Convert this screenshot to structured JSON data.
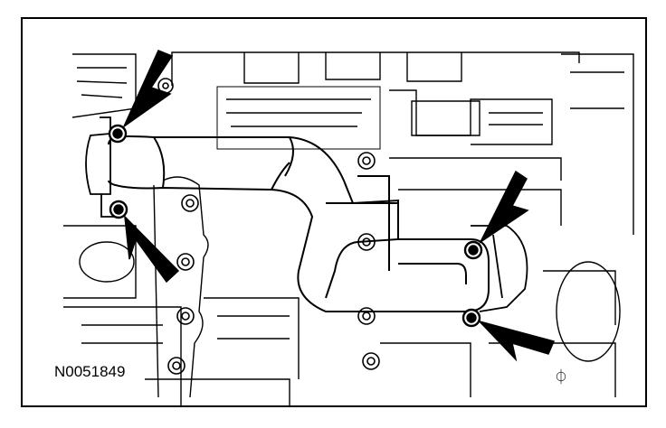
{
  "figure": {
    "reference_code": "N0051849",
    "callouts": [
      {
        "name": "arrow-upper-left-bolt",
        "points_to": "bolt"
      },
      {
        "name": "arrow-lower-left-bolt",
        "points_to": "bolt"
      },
      {
        "name": "arrow-right-upper-bolt",
        "points_to": "bolt"
      },
      {
        "name": "arrow-right-lower-bolt",
        "points_to": "bolt"
      }
    ],
    "colors": {
      "line": "#000000",
      "background": "#ffffff"
    }
  }
}
